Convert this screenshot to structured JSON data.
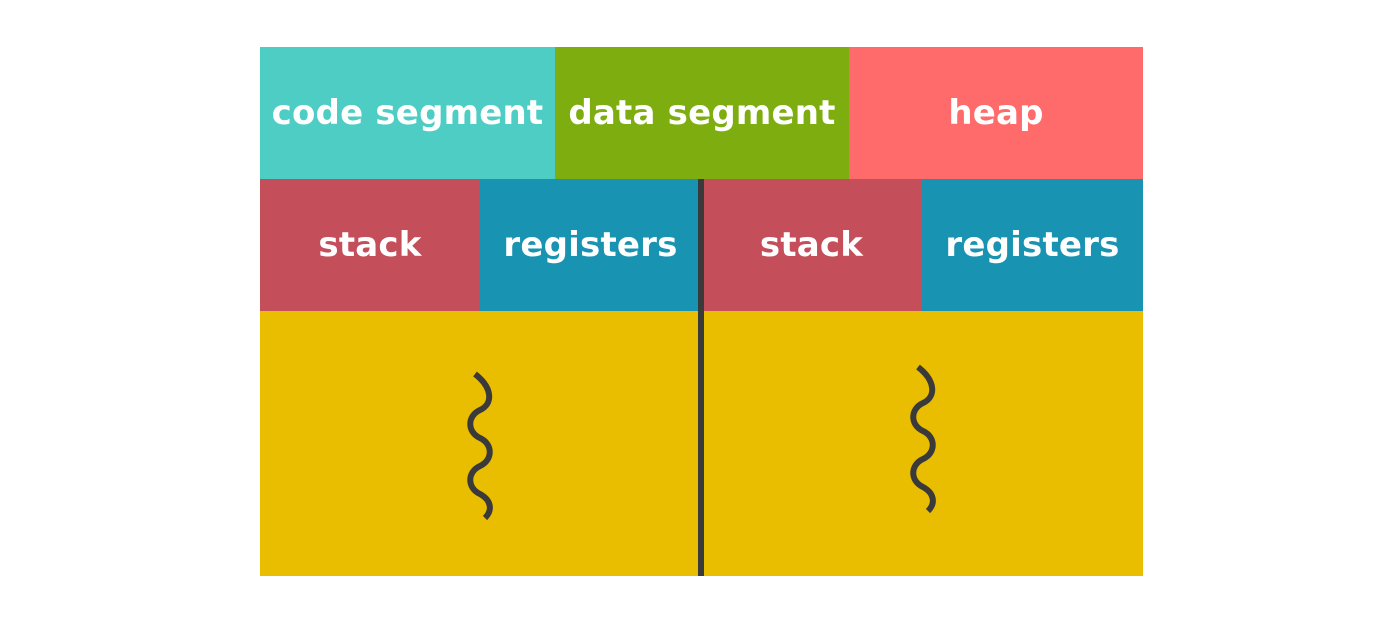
{
  "shared": {
    "code_segment": "code segment",
    "data_segment": "data segment",
    "heap": "heap"
  },
  "threads": [
    {
      "stack": "stack",
      "registers": "registers"
    },
    {
      "stack": "stack",
      "registers": "registers"
    }
  ],
  "colors": {
    "code_segment": "#4ecdc4",
    "data_segment": "#7ead0f",
    "heap": "#ff6b6b",
    "stack": "#c44e5a",
    "registers": "#1893b2",
    "thread_body": "#e9bd00",
    "divider": "#3a3a3a",
    "squiggle": "#3a3a3a"
  },
  "icons": {
    "thread_1": "squiggle-thread-icon",
    "thread_2": "squiggle-thread-icon"
  }
}
